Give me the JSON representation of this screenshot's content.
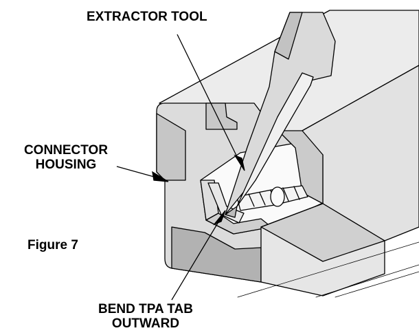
{
  "labels": {
    "extractor_tool": "EXTRACTOR TOOL",
    "connector_housing_line1": "CONNECTOR",
    "connector_housing_line2": "HOUSING",
    "bend_tpa_line1": "BEND TPA TAB",
    "bend_tpa_line2": "OUTWARD",
    "figure_caption": "Figure 7"
  },
  "colors": {
    "outline": "#000000",
    "face_light": "#ececec",
    "face_mid": "#d2d2d2",
    "face_dark": "#b4b4b4",
    "background": "#ffffff"
  }
}
